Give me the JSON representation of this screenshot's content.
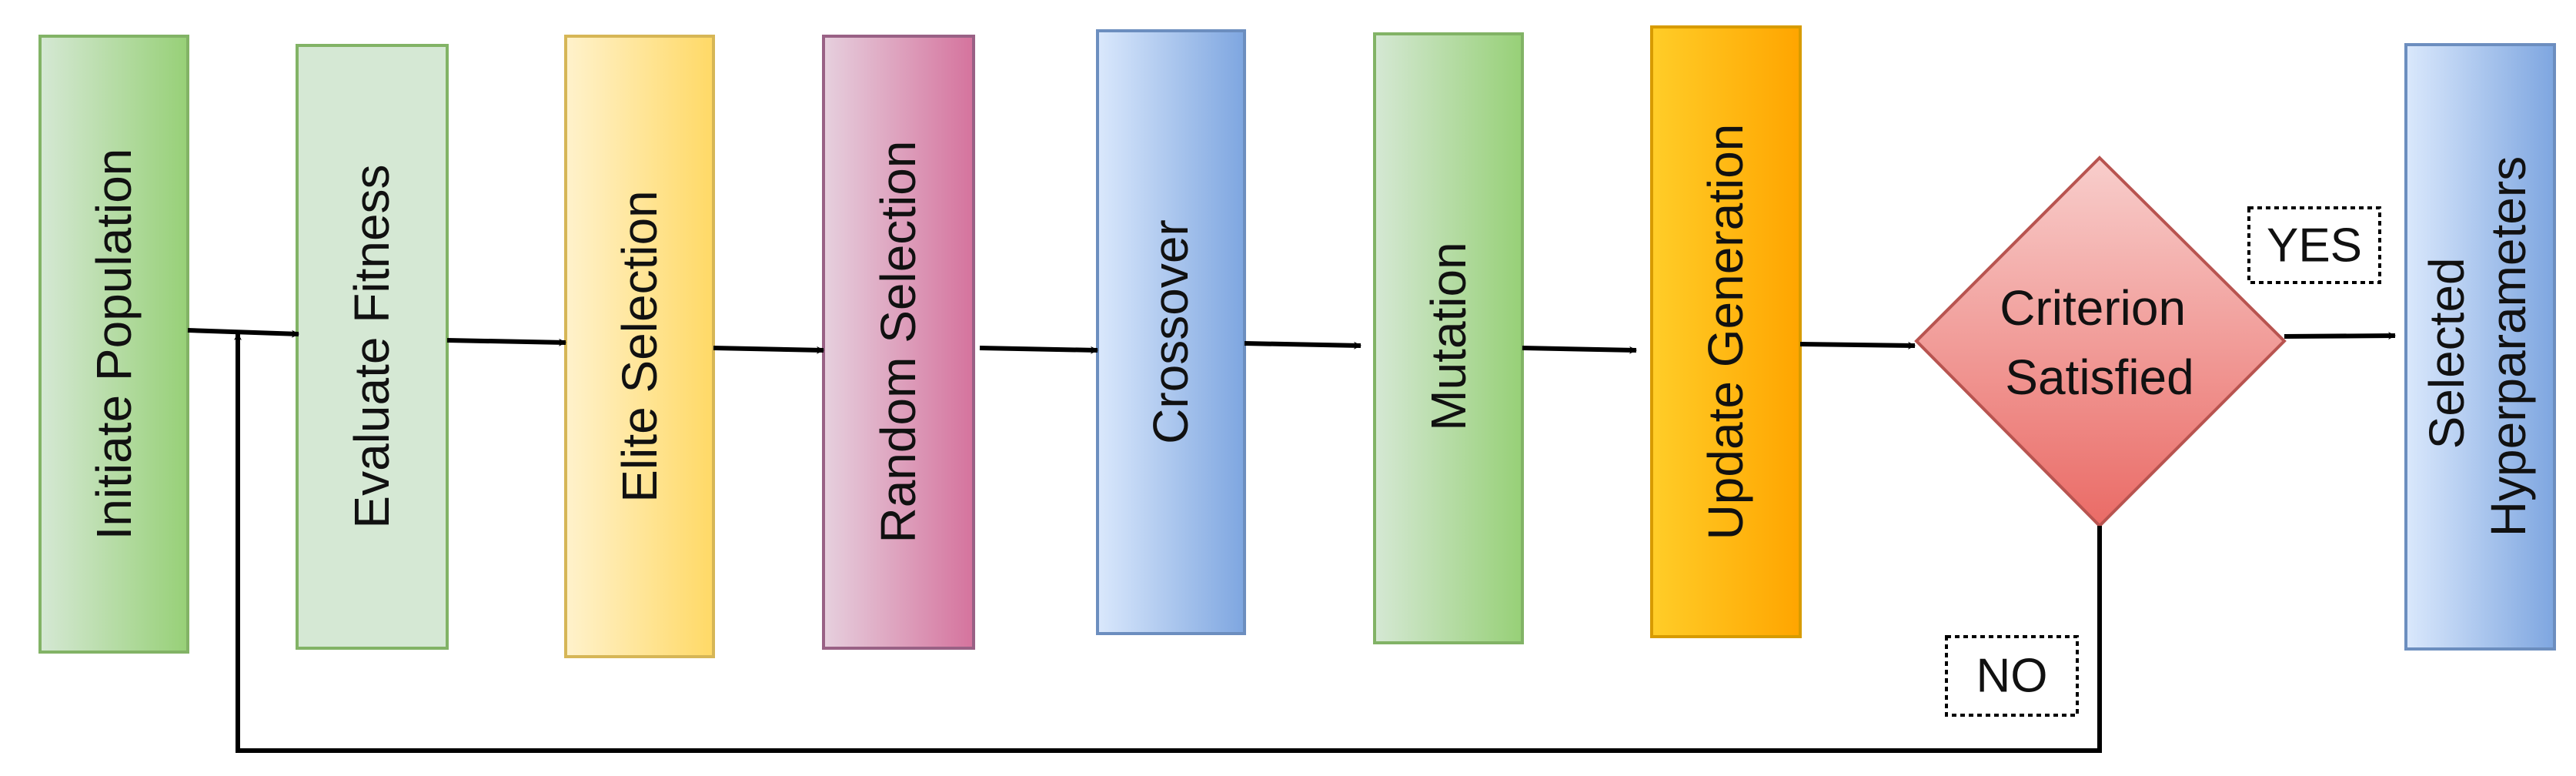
{
  "steps": [
    {
      "label": "Initiate Population"
    },
    {
      "label": "Evaluate Fitness"
    },
    {
      "label": "Elite Selection"
    },
    {
      "label": "Random Selection"
    },
    {
      "label": "Crossover"
    },
    {
      "label": "Mutation"
    },
    {
      "label": "Update Generation"
    }
  ],
  "decision": {
    "line1": "Criterion",
    "line2": "Satisfied"
  },
  "yes_label": "YES",
  "no_label": "NO",
  "result": {
    "line1": "Selected",
    "line2": "Hyperparameters"
  },
  "colors": {
    "green_light": "#d9ecd0",
    "green": "#97d077",
    "green_border": "#82b366",
    "yellow_light": "#fff2cc",
    "yellow": "#ffd966",
    "yellow_border": "#d6b656",
    "pink_light": "#e6d0de",
    "pink": "#d5739d",
    "pink_border": "#996185",
    "blue_light": "#dae8fc",
    "blue": "#7ea6e0",
    "blue_border": "#6c8ebf",
    "orange_light": "#ffcd28",
    "orange": "#ffa500",
    "orange_border": "#d79b00",
    "red_light": "#f4b6b2",
    "red": "#ea6b66",
    "red_border": "#b85450"
  }
}
